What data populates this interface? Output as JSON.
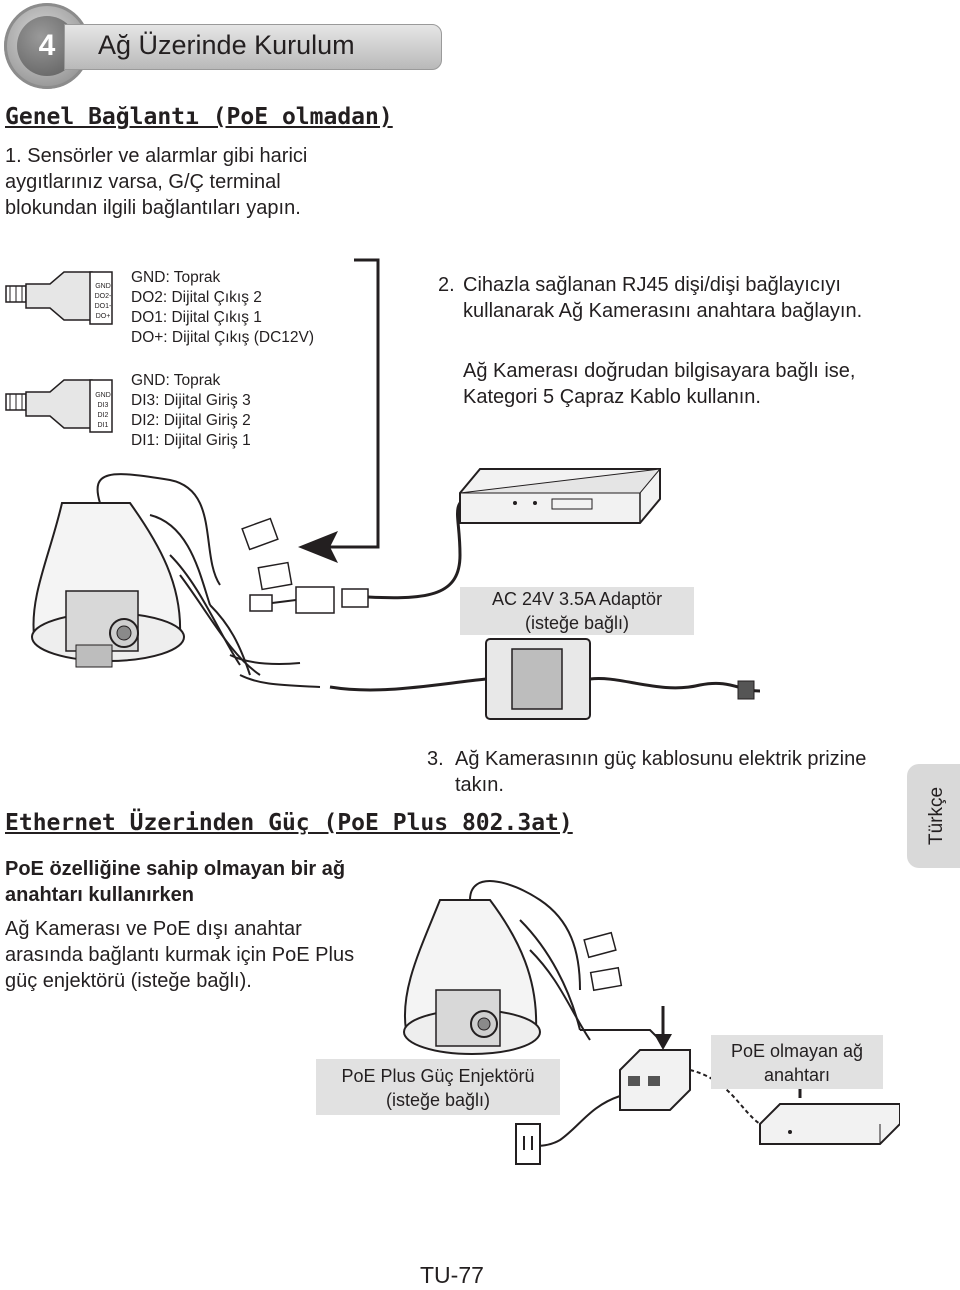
{
  "header": {
    "number": "4",
    "title": "Ağ Üzerinde Kurulum"
  },
  "section1": {
    "title": "Genel Bağlantı (PoE olmadan)",
    "step1": "1. Sensörler ve alarmlar gibi harici aygıtlarınız varsa, G/Ç terminal blokundan ilgili bağlantıları yapın."
  },
  "terminal_out": {
    "pins": [
      "GND",
      "DO2-",
      "DO1-",
      "DO+"
    ],
    "lines": [
      "GND: Toprak",
      "DO2: Dijital Çıkış 2",
      "DO1: Dijital Çıkış 1",
      "DO+: Dijital Çıkış (DC12V)"
    ]
  },
  "terminal_in": {
    "pins": [
      "GND",
      "DI3",
      "DI2",
      "DI1"
    ],
    "lines": [
      "GND: Toprak",
      "DI3: Dijital Giriş 3",
      "DI2: Dijital Giriş 2",
      "DI1: Dijital Giriş 1"
    ]
  },
  "step2": {
    "number": "2.",
    "text1": "Cihazla sağlanan RJ45 dişi/dişi bağlayıcıyı kullanarak Ağ Kamerasını anahtara bağlayın.",
    "text2": "Ağ Kamerası doğrudan bilgisayara bağlı ise, Kategori 5 Çapraz Kablo kullanın."
  },
  "adapter_label": {
    "line1": "AC 24V 3.5A Adaptör",
    "line2": "(isteğe bağlı)"
  },
  "step3": {
    "number": "3.",
    "text": "Ağ Kamerasının güç kablosunu elektrik prizine takın."
  },
  "section2": {
    "title": "Ethernet Üzerinden Güç (PoE Plus 802.3at)",
    "subtitle": "PoE özelliğine sahip olmayan bir ağ anahtarı kullanırken",
    "text": "Ağ Kamerası ve PoE dışı anahtar arasında bağlantı kurmak için PoE Plus güç enjektörü (isteğe bağlı)."
  },
  "injector_label": {
    "line1": "PoE Plus Güç Enjektörü",
    "line2": "(isteğe bağlı)"
  },
  "switch_label": {
    "line1": "PoE olmayan ağ",
    "line2": "anahtarı"
  },
  "side_tab": "Türkçe",
  "page_number": "TU-77",
  "colors": {
    "text": "#231f20",
    "label_bg": "#e1e1e1",
    "tab_bg": "#d9d9d9",
    "header_gray": "#a9a9a9"
  }
}
